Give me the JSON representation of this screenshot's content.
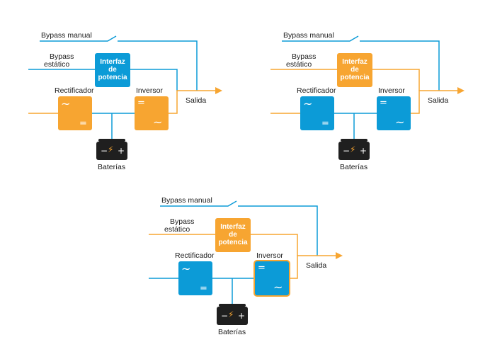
{
  "labels": {
    "bypass_manual": "Bypass manual",
    "bypass_static_line1": "Bypass",
    "bypass_static_line2": "estático",
    "interface": "Interfaz\nde\npotencia",
    "rectifier": "Rectificador",
    "inverter": "Inversor",
    "output": "Salida",
    "batteries": "Baterías"
  },
  "symbols": {
    "ac": "~",
    "dc": "=",
    "battery_minus": "−",
    "battery_plus": "+",
    "battery_bolt": "⚡"
  },
  "colors": {
    "blue": "#0C9BD7",
    "orange": "#F7A531",
    "battery": "#1f1f1f",
    "bolt": "#F7A531"
  },
  "diagrams": [
    {
      "id": "top-left",
      "interface_color": "blue",
      "rectifier_color": "orange",
      "inverter_color": "orange",
      "inverter_outlined": false,
      "input_color": "orange",
      "static_bypass_color": "blue",
      "output_color": "orange"
    },
    {
      "id": "top-right",
      "interface_color": "orange",
      "rectifier_color": "blue",
      "inverter_color": "blue",
      "inverter_outlined": false,
      "input_color": "orange",
      "static_bypass_color": "orange",
      "output_color": "orange"
    },
    {
      "id": "bottom",
      "interface_color": "orange",
      "rectifier_color": "blue",
      "inverter_color": "blue",
      "inverter_outlined": true,
      "input_color": "blue",
      "static_bypass_color": "orange",
      "output_color": "orange"
    }
  ]
}
